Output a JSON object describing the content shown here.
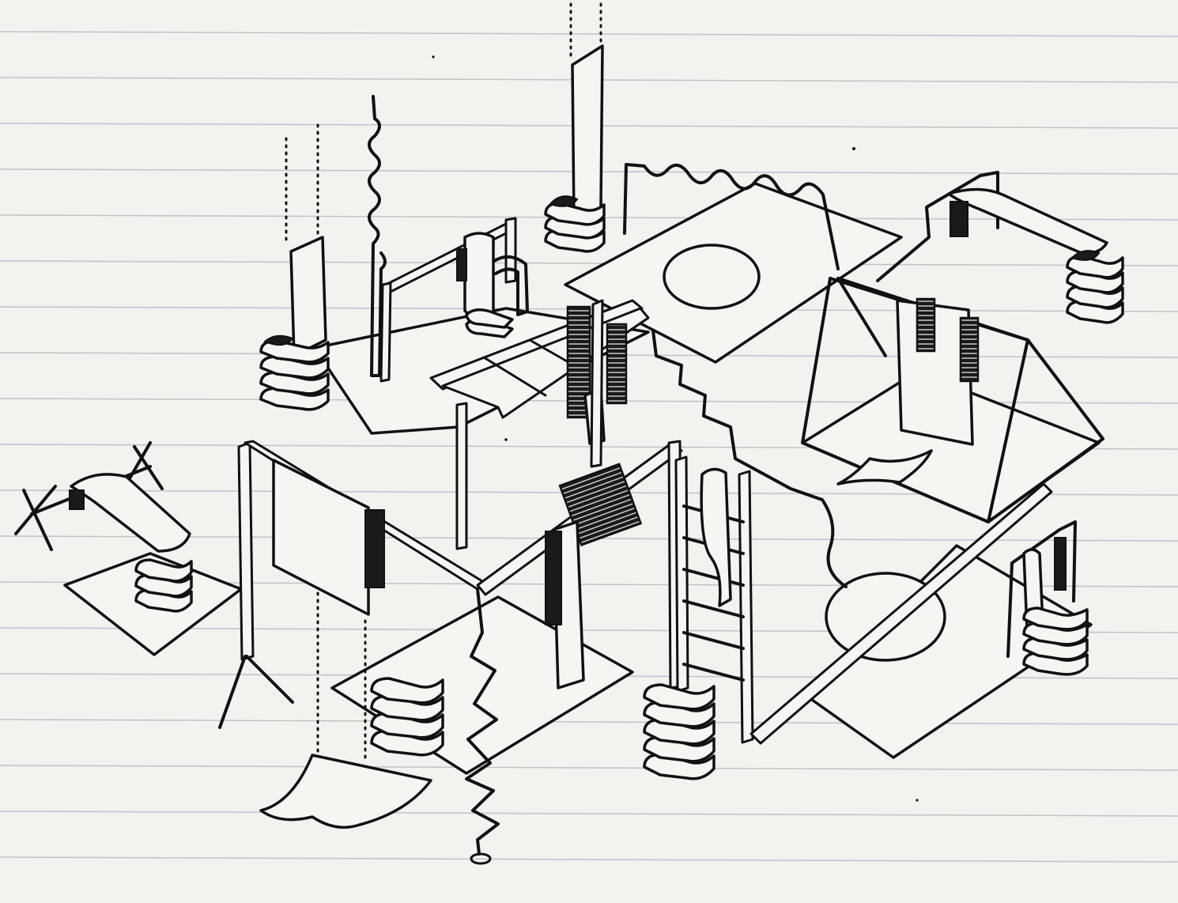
{
  "sheet": {
    "paper_color": "#f4f2ee",
    "rule_color": "#bfc3c9",
    "ink_color": "#111111"
  },
  "drawing": {
    "kind": "hand-drawn isometric installation sketch on lined notebook paper",
    "elements": [
      "stacked-fabric-pile",
      "hanging-textile",
      "textile-rail",
      "stippled-floor-panel",
      "wavy-pole",
      "zigzag-crack",
      "ladder-shelf",
      "a-frame-stand",
      "tripod-stand",
      "circular-rug",
      "dotted-suspension-line"
    ]
  }
}
